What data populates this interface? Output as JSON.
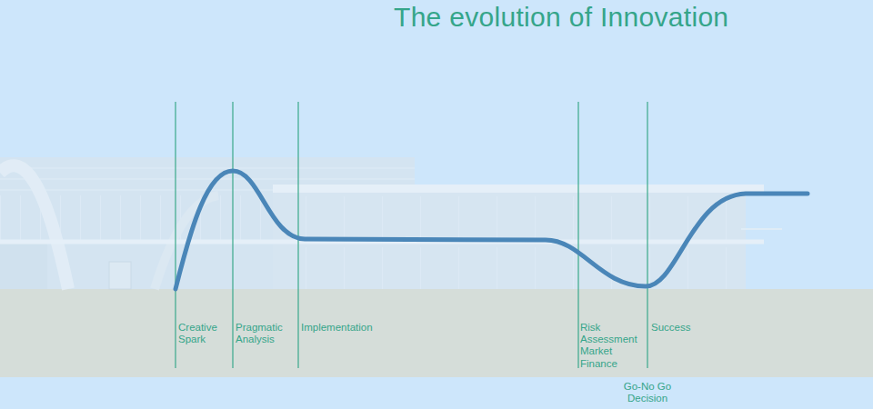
{
  "diagram": {
    "title": "The evolution of Innovation",
    "labels": [
      "Creative Spark",
      "Pragmatic Analysis",
      "Implementation",
      "Risk Assessment Market Finance",
      "Success",
      "Go-No Go Decision"
    ]
  }
}
